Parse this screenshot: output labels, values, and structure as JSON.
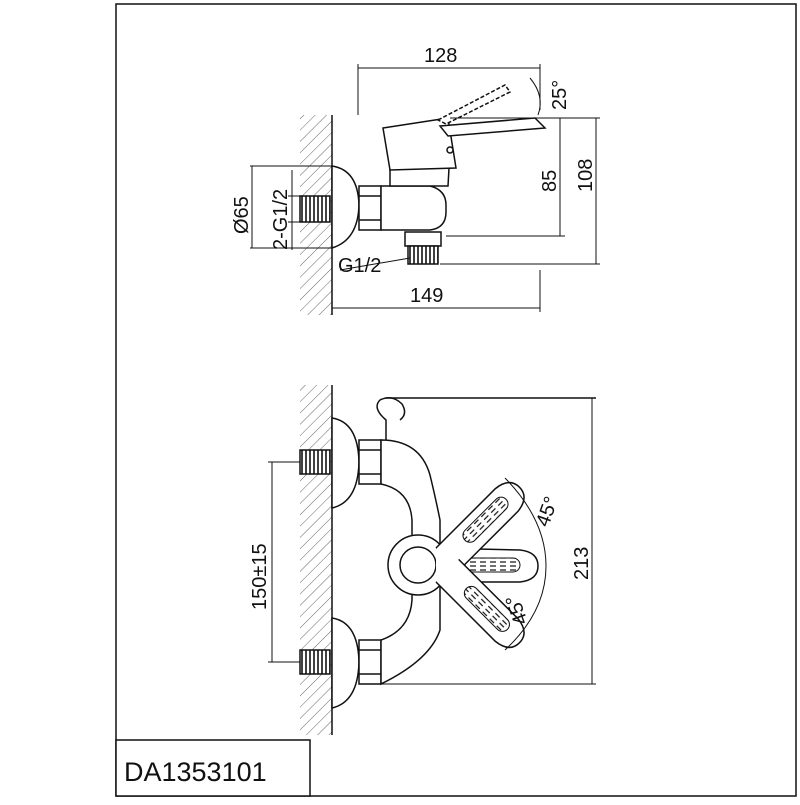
{
  "drawing": {
    "model_number": "DA1353101",
    "side_view": {
      "dim_total_depth": "128",
      "dim_lever_angle": "25°",
      "dim_spout_height": "85",
      "dim_total_height": "108",
      "dim_flange_diameter": "Ø65",
      "dim_inlet_thread": "2-G1/2",
      "dim_outlet_thread": "G1/2",
      "dim_projection": "149"
    },
    "front_view": {
      "dim_center_distance": "150±15",
      "dim_front_height": "213",
      "dim_angle_upper": "45°",
      "dim_angle_lower": "45°"
    }
  },
  "colors": {
    "line": "#111111",
    "hatch": "#666666",
    "background": "#ffffff"
  }
}
